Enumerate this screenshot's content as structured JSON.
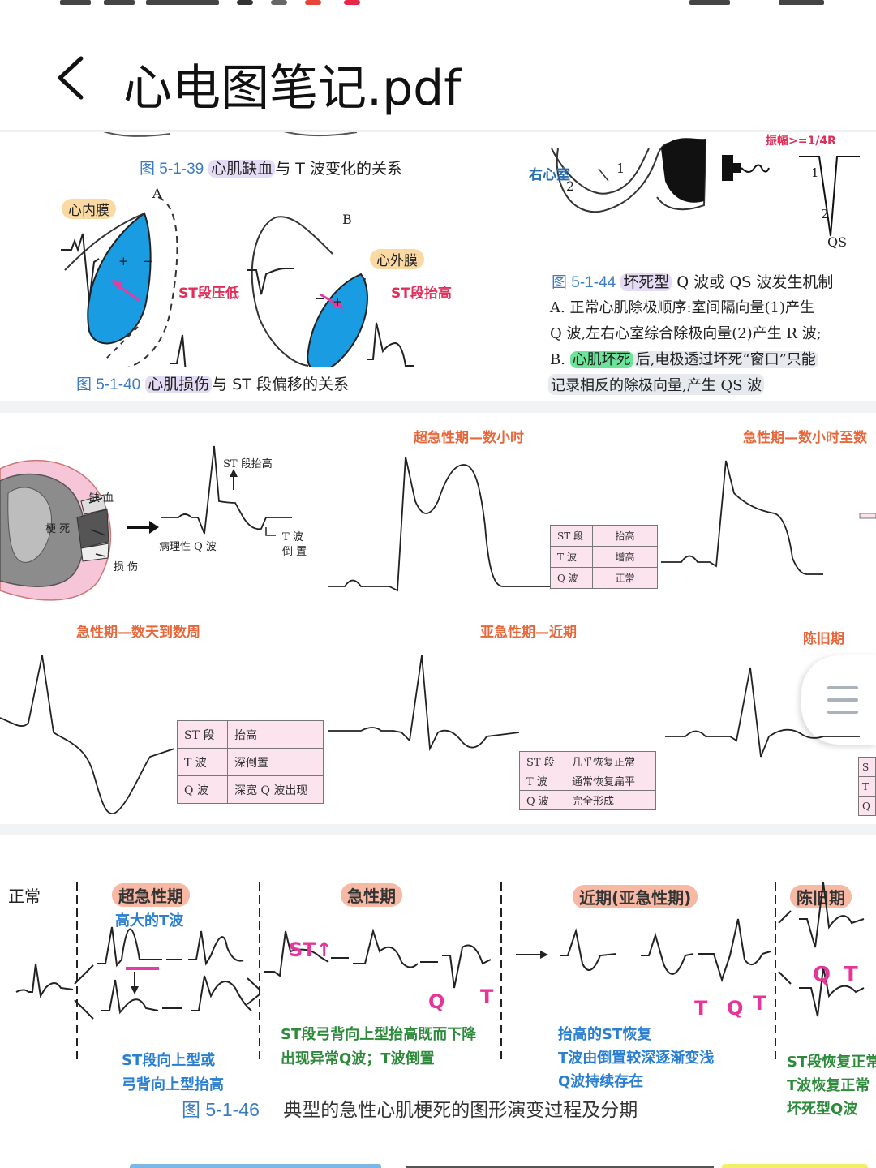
{
  "header": {
    "back_icon": "chevron-left-icon",
    "title": "心电图笔记.pdf"
  },
  "menu_button": {
    "icon": "menu-icon"
  },
  "fig_5_1_39": {
    "num": "图 5-1-39",
    "hl": "心肌缺血",
    "rest": "与 T 波变化的关系"
  },
  "fig_5_1_40": {
    "label_a": "A",
    "label_b": "B",
    "endocardium": "心内膜",
    "epicardium": "心外膜",
    "st_depression": "ST段压低",
    "st_elevation": "ST段抬高",
    "plus": "+",
    "minus": "−",
    "num": "图 5-1-40",
    "hl": "心肌损伤",
    "rest": "与 ST 段偏移的关系"
  },
  "fig_5_1_44": {
    "amp_label": "振幅>=1/4R",
    "right_ventricle": "右心室",
    "num1": "1",
    "num2": "2",
    "qs": "QS",
    "num": "图 5-1-44",
    "hl": "坏死型",
    "rest": " Q 波或 QS 波发生机制",
    "line_a": "A.  正常心肌除极顺序:室间隔向量(1)产生",
    "line_a2": "Q 波,左右心室综合除极向量(2)产生 R 波;",
    "line_b_pre": "B.  ",
    "line_b_hl": "心肌坏死",
    "line_b_post": "后,电极透过坏死“窗口”只能",
    "line_b2": "记录相反的除极向量,产生 QS 波"
  },
  "heart_figure": {
    "ischemia": "缺 血",
    "infarct": "梗 死",
    "injury": "损 伤",
    "st_elev": "ST 段抬高",
    "path_q": "病理性 Q 波",
    "t_inv_1": "T 波",
    "t_inv_2": "倒 置"
  },
  "phases_top": {
    "hyperacute": "超急性期—数小时",
    "acute_cut": "急性期—数小时至数",
    "hyperacute_table": [
      [
        "ST 段",
        "抬高"
      ],
      [
        "T 波",
        "增高"
      ],
      [
        "Q 波",
        "正常"
      ]
    ]
  },
  "phases_mid": {
    "acute": "急性期—数天到数周",
    "subacute": "亚急性期—近期",
    "old": "陈旧期",
    "acute_table": [
      [
        "ST 段",
        "抬高"
      ],
      [
        "T 波",
        "深倒置"
      ],
      [
        "Q 波",
        "深宽 Q 波出现"
      ]
    ],
    "subacute_table": [
      [
        "ST 段",
        "几乎恢复正常"
      ],
      [
        "T 波",
        "通常恢复扁平"
      ],
      [
        "Q 波",
        "完全形成"
      ]
    ],
    "old_table_cut": [
      "S",
      "T",
      "Q"
    ]
  },
  "fig_5_1_46": {
    "normal": "正常",
    "hyperacute": "超急性期",
    "acute": "急性期",
    "recent": "近期(亚急性期)",
    "old": "陈旧期",
    "tall_t": "高大的T波",
    "st_up": "ST↑",
    "hand_q": "Q",
    "hand_t": "T",
    "hyper_note_1": "ST段向上型或",
    "hyper_note_2": "弓背向上型抬高",
    "acute_note_1": "ST段弓背向上型抬高既而下降",
    "acute_note_2": "出现异常Q波；T波倒置",
    "recent_note_1": "抬高的ST恢复",
    "recent_note_2": "T波由倒置较深逐渐变浅",
    "recent_note_3": "Q波持续存在",
    "old_note_1": "ST段恢复正常",
    "old_note_2": "T波恢复正常",
    "old_note_3": "坏死型Q波",
    "num": "图 5-1-46",
    "caption": "典型的急性心肌梗死的图形演变过程及分期"
  }
}
